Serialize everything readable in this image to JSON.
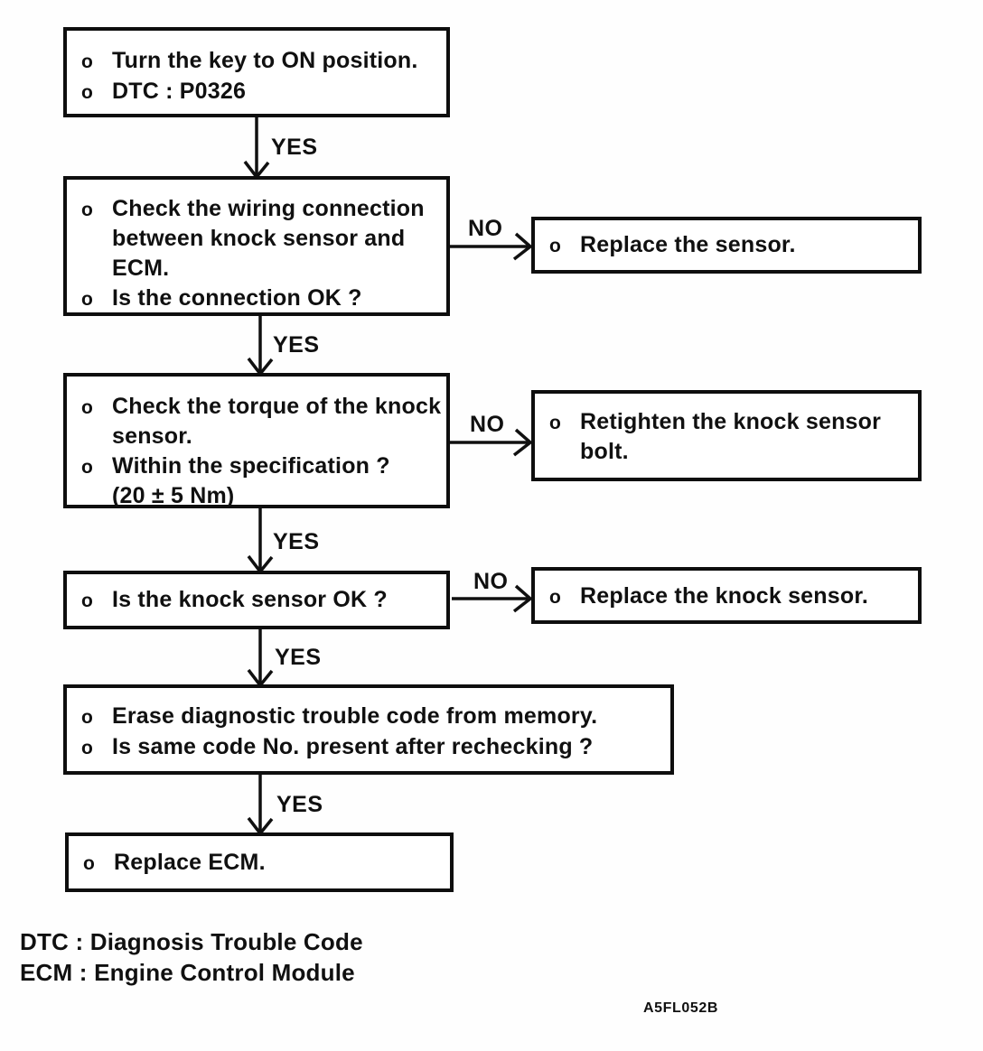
{
  "diagram": {
    "bullet_char": "o",
    "colors": {
      "ink": "#101010",
      "background": "#ffffff"
    },
    "labels": {
      "yes": "YES",
      "no": "NO"
    },
    "steps": [
      {
        "name": "start",
        "bullets": [
          "Turn the key to ON position.",
          "DTC : P0326"
        ]
      },
      {
        "name": "check-wiring",
        "bullets": [
          "Check the wiring connection\nbetween knock sensor and\nECM.",
          "Is the connection OK ?"
        ]
      },
      {
        "name": "check-torque",
        "bullets": [
          "Check the torque of the knock\nsensor.",
          "Within the specification ?\n(20 ± 5 Nm)"
        ]
      },
      {
        "name": "knock-sensor-ok",
        "bullets": [
          "Is the knock sensor OK ?"
        ]
      },
      {
        "name": "erase-code",
        "bullets": [
          "Erase diagnostic trouble code from memory.",
          "Is same code No. present after rechecking ?"
        ]
      },
      {
        "name": "replace-ecm",
        "bullets": [
          "Replace ECM."
        ]
      }
    ],
    "no_actions": [
      {
        "name": "replace-sensor",
        "bullets": [
          "Replace the sensor."
        ]
      },
      {
        "name": "retighten-bolt",
        "bullets": [
          "Retighten the knock sensor\nbolt."
        ]
      },
      {
        "name": "replace-knock-sensor",
        "bullets": [
          "Replace the knock sensor."
        ]
      }
    ],
    "footnotes": [
      "DTC : Diagnosis Trouble Code",
      "ECM : Engine Control Module"
    ],
    "figure_code": "A5FL052B"
  }
}
